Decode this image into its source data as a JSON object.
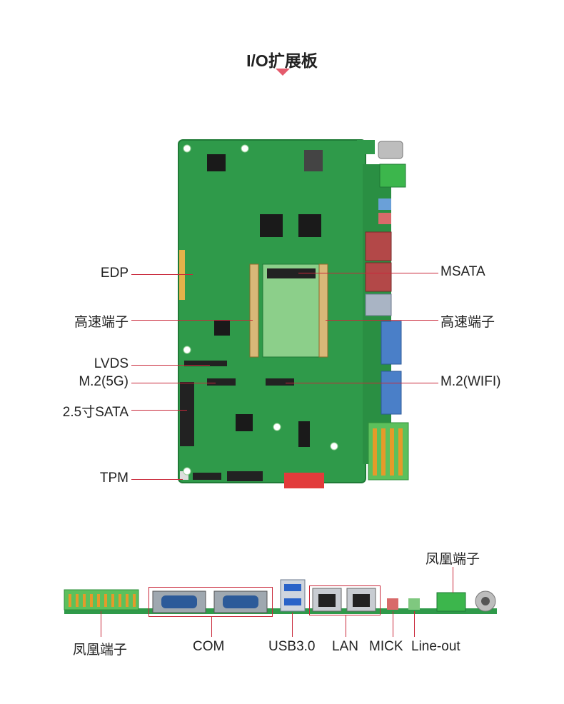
{
  "title": "I/O扩展板",
  "colors": {
    "accent": "#c9283a",
    "pcb": "#2f9a4a",
    "pcb_dark": "#1f7a36",
    "terminal": "#5cc05c"
  },
  "callouts_left": [
    "EDP",
    "高速端子",
    "LVDS",
    "M.2(5G)",
    "2.5寸SATA",
    "TPM"
  ],
  "callouts_right": [
    "MSATA",
    "高速端子",
    "M.2(WIFI)"
  ],
  "bottom_labels": {
    "phoenix_left": "凤凰端子",
    "com": "COM",
    "usb": "USB3.0",
    "lan": "LAN",
    "mick": "MICK",
    "lineout": "Line-out",
    "phoenix_top": "凤凰端子"
  }
}
